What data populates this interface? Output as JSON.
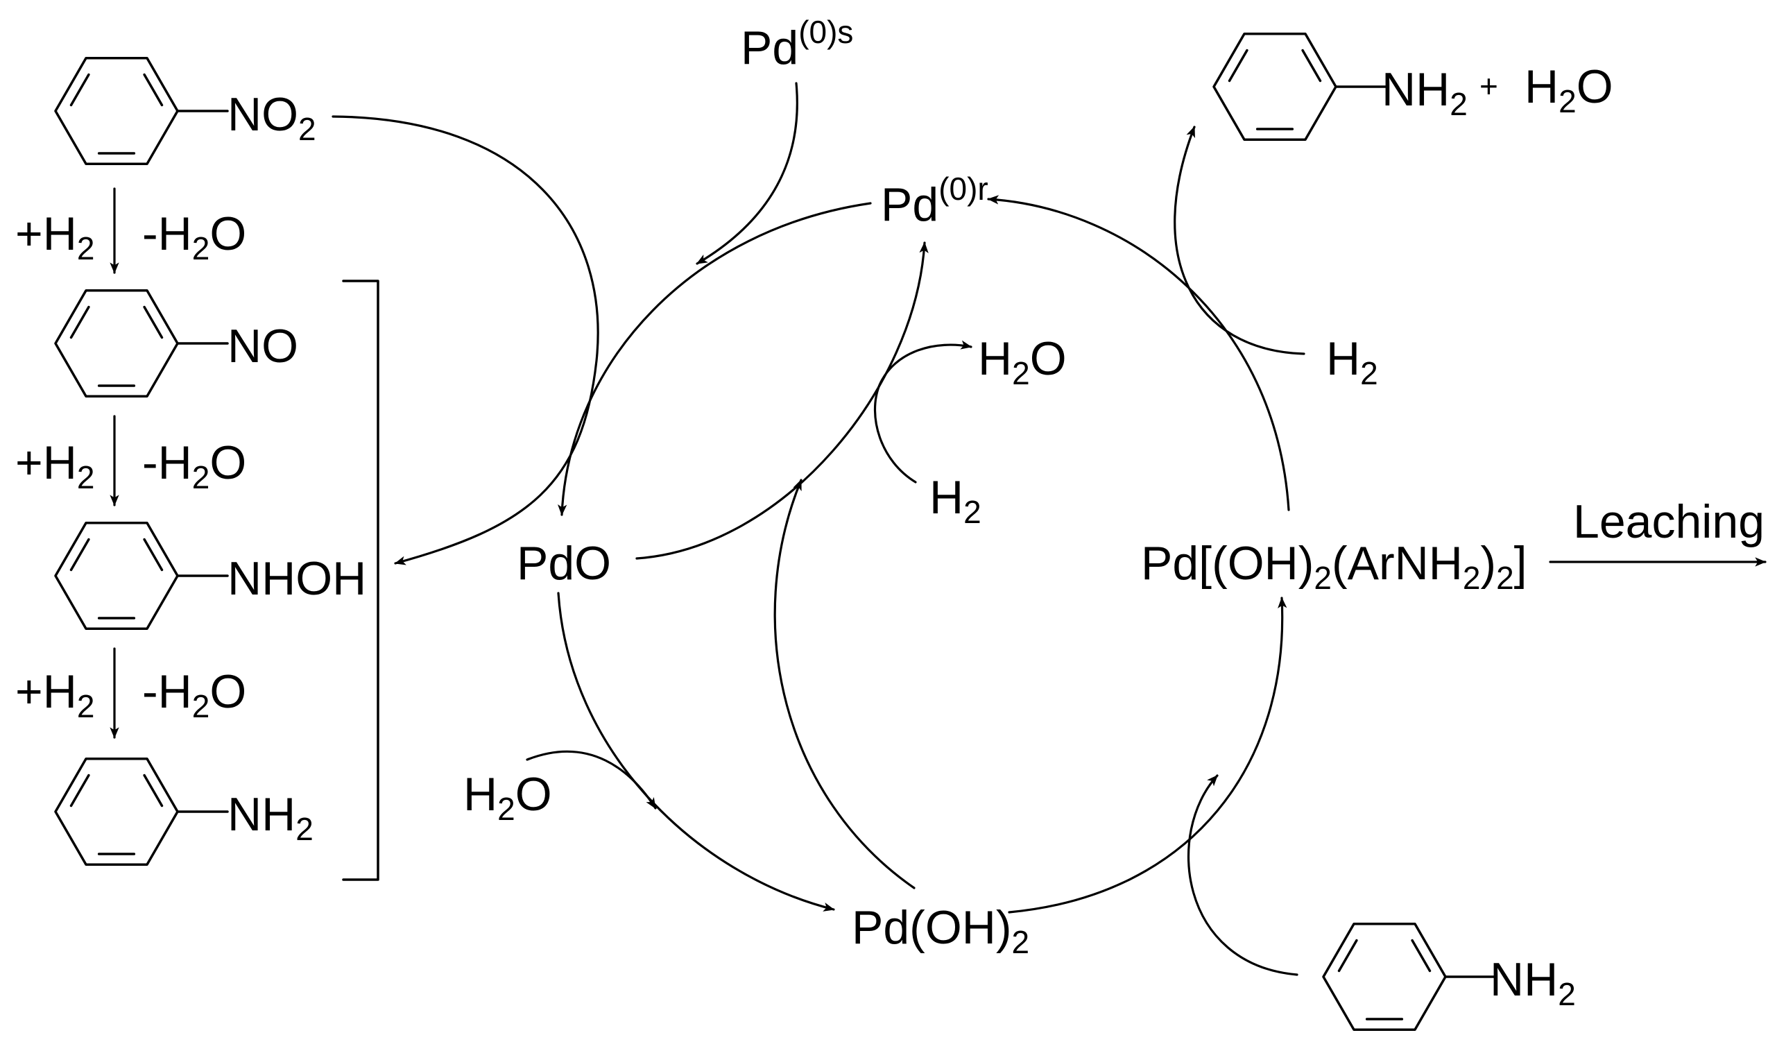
{
  "left_series": {
    "nitro": "NO2",
    "nitroso": "NO",
    "hydroxylamine": "NHOH",
    "amine": "NH2",
    "step_reagent": "+H2",
    "step_byproduct": "-H2O"
  },
  "cycle": {
    "pd_source": "Pd(0)s",
    "pd_reduced": "Pd(0)r",
    "pd_oxide": "PdO",
    "pd_hydroxide": "Pd(OH)2",
    "pd_complex": "Pd[(OH)2(ArNH2)2]",
    "h2o_out": "H2O",
    "h2_in_inner": "H2",
    "h2o_in_lower": "H2O",
    "h2_in_right": "H2",
    "product_amine": "NH2",
    "product_plus": "+",
    "product_water": "H2O",
    "reactant_amine": "NH2"
  },
  "leaching": {
    "label": "Leaching"
  }
}
